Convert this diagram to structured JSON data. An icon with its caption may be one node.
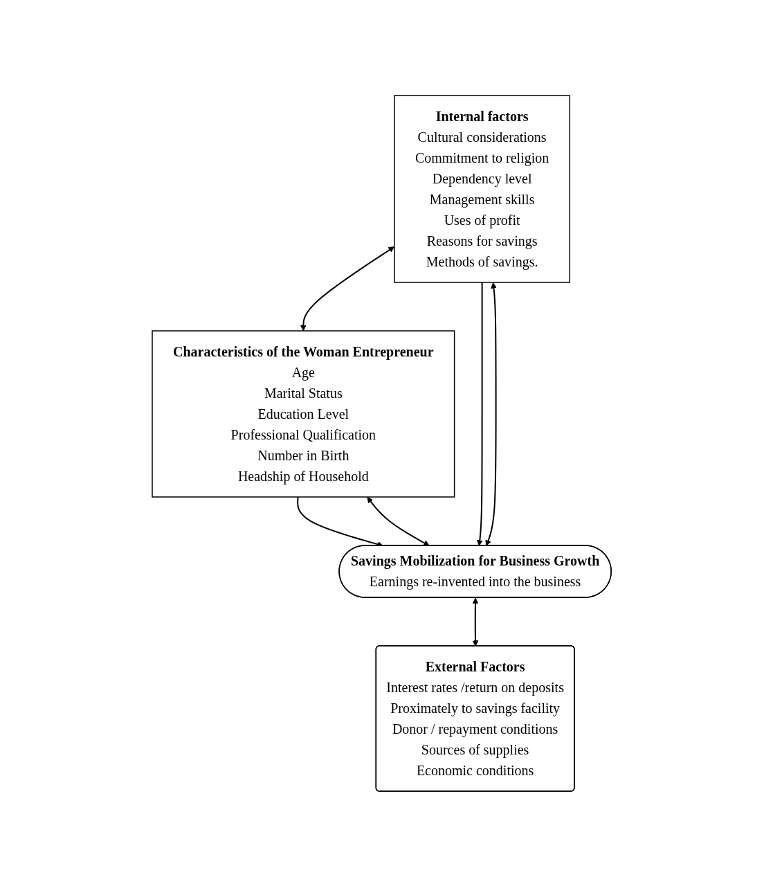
{
  "diagram": {
    "nodes": [
      {
        "text": [
          "Internal factors",
          "Cultural considerations",
          "Commitment to religion",
          "Dependency level",
          "Management skills",
          "Uses of profit",
          "Reasons for savings",
          "Methods of savings."
        ]
      },
      {
        "text": [
          "Characteristics of the Woman Entrepreneur",
          "Age",
          "Marital Status",
          "Education Level",
          "Professional Qualification",
          "Number in Birth",
          "Headship of Household"
        ]
      },
      {
        "text": [
          "Savings Mobilization for Business Growth",
          "Earnings re-invented into the business"
        ]
      },
      {
        "text": [
          "External Factors",
          "Interest rates /return on deposits",
          "Proximately to savings facility",
          "Donor / repayment conditions",
          "Sources of supplies",
          "Economic conditions"
        ]
      }
    ],
    "edges": [
      {
        "from": 0,
        "to": 1,
        "arrow": "both"
      },
      {
        "from": 0,
        "to": 2,
        "arrow": "to"
      },
      {
        "from": 1,
        "to": 2,
        "arrow": "to"
      },
      {
        "from": 0,
        "to": 2,
        "arrow": "both"
      },
      {
        "from": 1,
        "to": 2,
        "arrow": "both"
      },
      {
        "from": 2,
        "to": 3,
        "arrow": "both"
      }
    ]
  }
}
